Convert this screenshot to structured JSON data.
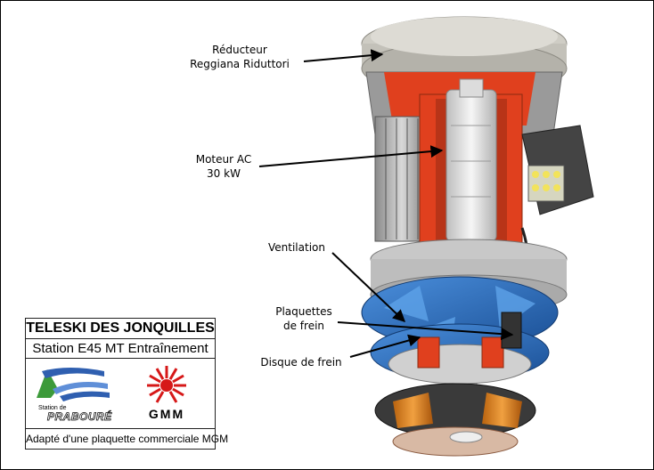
{
  "labels": {
    "reducteur": [
      "Réducteur",
      "Reggiana Riduttori"
    ],
    "moteur": [
      "Moteur AC",
      "30 kW"
    ],
    "ventilation": "Ventilation",
    "plaquettes": [
      "Plaquettes",
      "de frein"
    ],
    "disque": "Disque de frein"
  },
  "plaque": {
    "title": "TELESKI DES JONQUILLES",
    "subtitle": "Station E45 MT Entraînement",
    "station_small": "Station de",
    "station_name": "PRABOURÉ",
    "gmm": "GMM",
    "footer": "Adapté d'une plaquette commerciale MGM"
  },
  "colors": {
    "housing_red": "#e0401e",
    "rotor_white": "#eeeeee",
    "fan_blue": "#2c6fbf",
    "cover_gray": "#d2d1ca",
    "gmm_red": "#d61818"
  }
}
